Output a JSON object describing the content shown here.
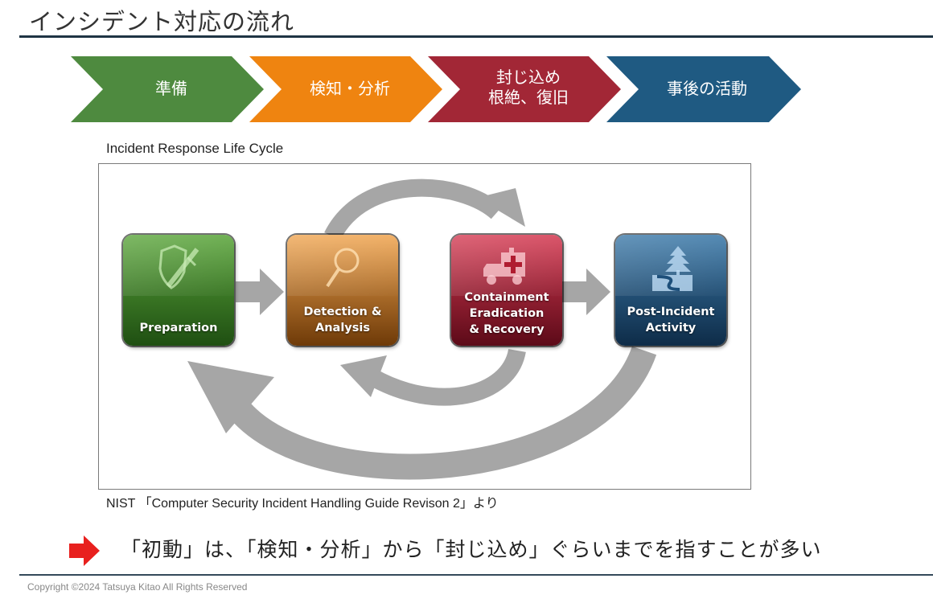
{
  "slide": {
    "title": "インシデント対応の流れ",
    "chevrons": [
      {
        "line1": "準備",
        "line2": "",
        "color": "#4e8a3f"
      },
      {
        "line1": "検知・分析",
        "line2": "",
        "color": "#ef8410"
      },
      {
        "line1": "封じ込め",
        "line2": "根絶、復旧",
        "color": "#a22736"
      },
      {
        "line1": "事後の活動",
        "line2": "",
        "color": "#1f5a82"
      }
    ],
    "figure_caption": "Incident Response Life Cycle",
    "figure": {
      "phases": [
        {
          "id": "preparation",
          "label_lines": [
            "Preparation"
          ],
          "icon": "shield-sword-icon",
          "color_top": "#5aa53a",
          "color_bottom": "#1f4f12"
        },
        {
          "id": "detection",
          "label_lines": [
            "Detection &",
            "Analysis"
          ],
          "icon": "magnifier-icon",
          "color_top": "#f0a550",
          "color_bottom": "#6e3a08"
        },
        {
          "id": "containment",
          "label_lines": [
            "Containment",
            "Eradication",
            "& Recovery"
          ],
          "icon": "ambulance-icon",
          "color_top": "#d53a52",
          "color_bottom": "#5c0a18"
        },
        {
          "id": "post-incident",
          "label_lines": [
            "Post-Incident",
            "Activity"
          ],
          "icon": "tree-path-icon",
          "color_top": "#3a78a8",
          "color_bottom": "#0e2c48"
        }
      ],
      "arrow_color": "#a6a6a6"
    },
    "source": "NIST 「Computer Security Incident Handling Guide Revison 2」より",
    "note": "「初動」は、「検知・分析」から「封じ込め」ぐらいまでを指すことが多い",
    "note_arrow_color": "#e8201e",
    "copyright": "Copyright  ©2024  Tatsuya Kitao All Rights Reserved"
  }
}
